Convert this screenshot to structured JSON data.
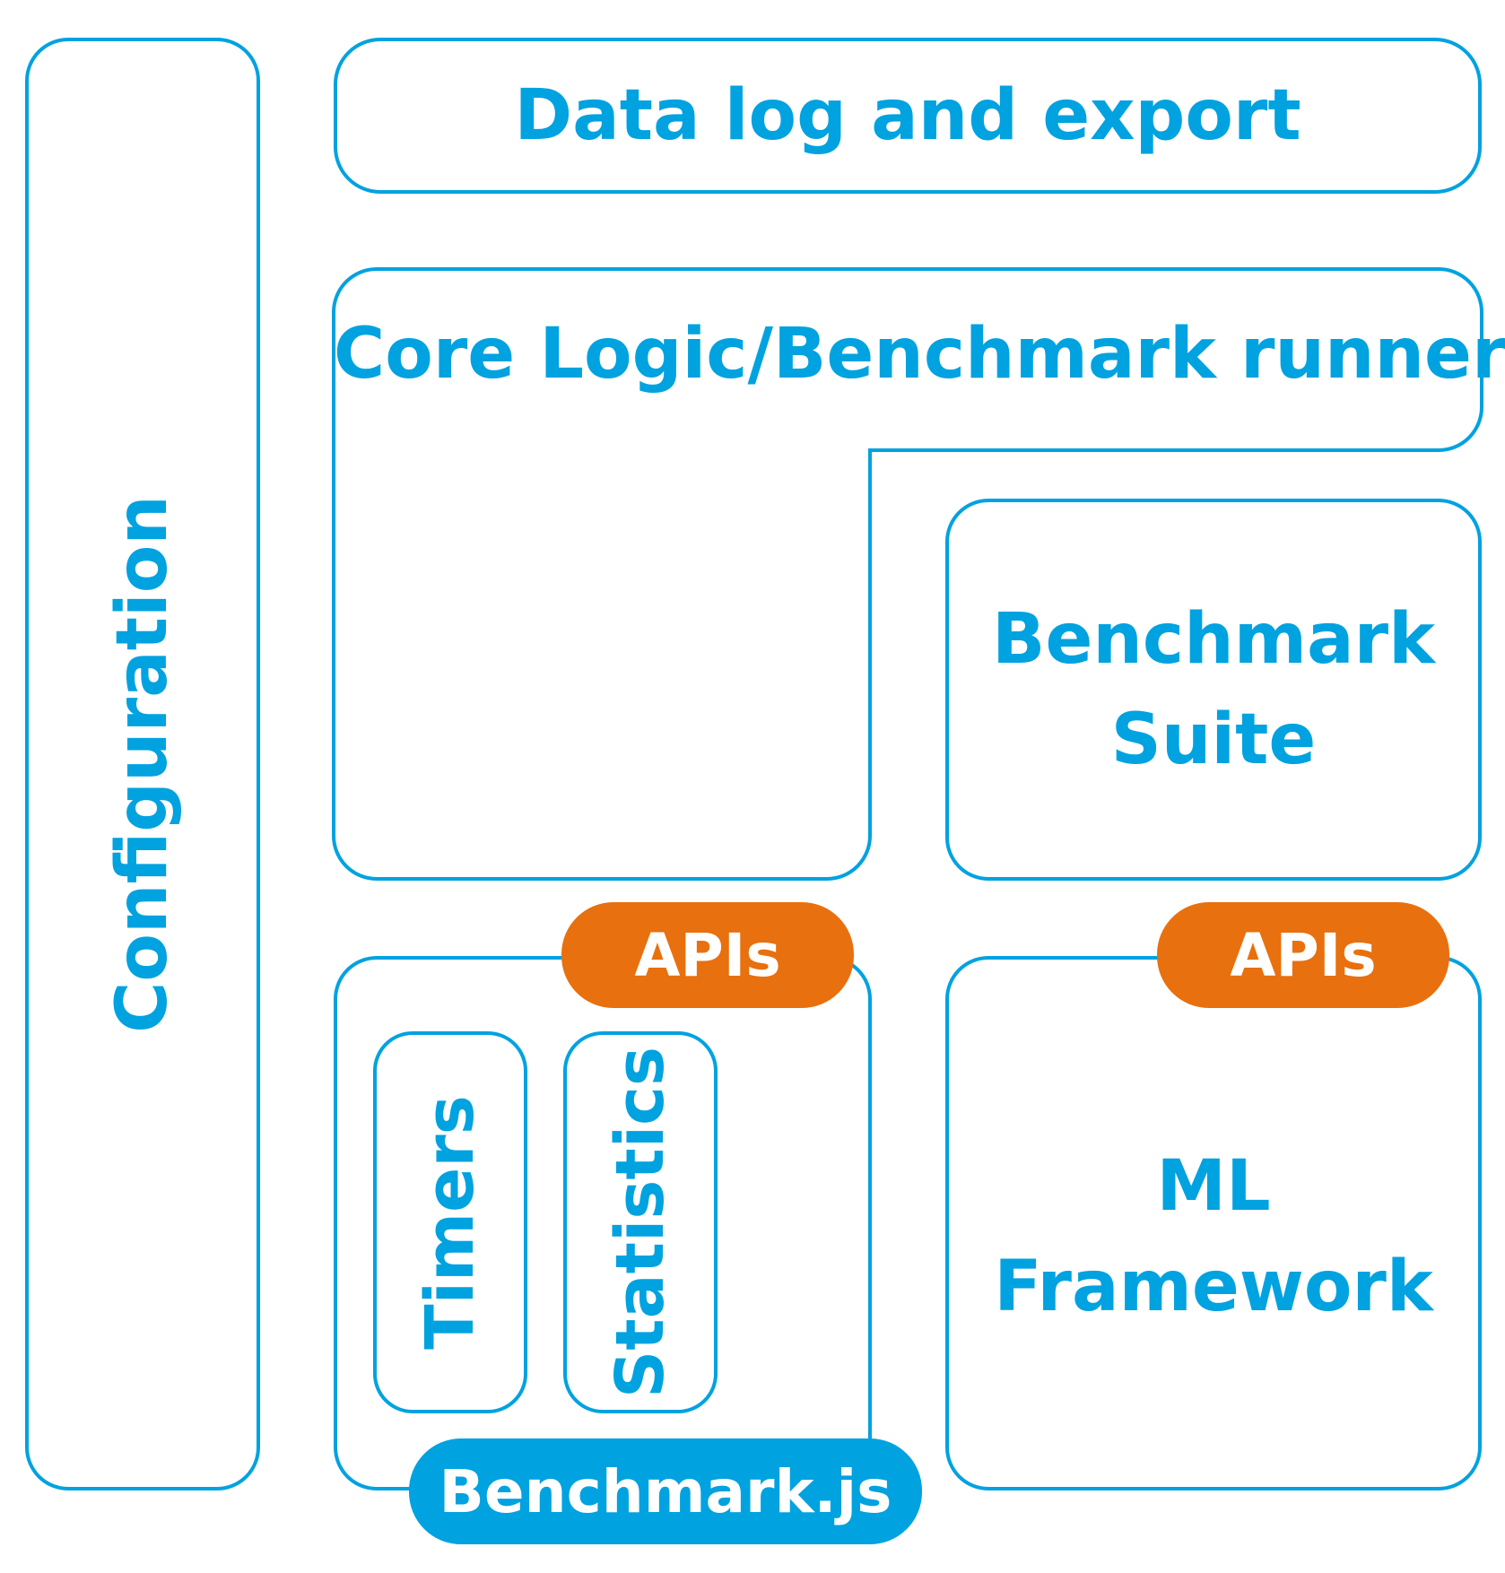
{
  "colors": {
    "stroke": "#00a2e0",
    "api_badge": "#e8700e",
    "library_badge": "#00a2e0",
    "background": "#ffffff"
  },
  "configuration": {
    "label": "Configuration"
  },
  "data_log": {
    "label": "Data log and export"
  },
  "core_logic": {
    "label": "Core Logic/Benchmark runner"
  },
  "benchmark_suite": {
    "line1": "Benchmark",
    "line2": "Suite"
  },
  "benchmark_js": {
    "label": "Benchmark.js",
    "api_label": "APIs",
    "timers_label": "Timers",
    "statistics_label": "Statistics"
  },
  "ml_framework": {
    "line1": "ML",
    "line2": "Framework",
    "api_label": "APIs"
  }
}
